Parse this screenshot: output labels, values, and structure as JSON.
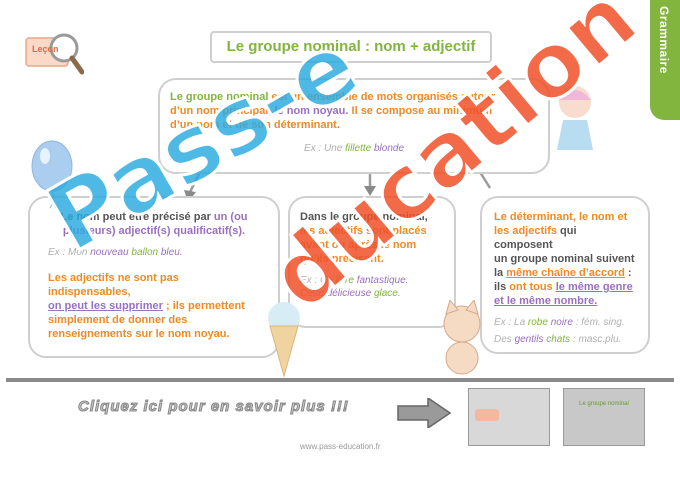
{
  "title": "Le groupe nominal : nom + adjectif",
  "side_tab": "Grammaire",
  "logo_label": "Leçon",
  "top_box": {
    "term": "Le groupe nominal",
    "text1": " est un ensemble de mots organisés autour",
    "text2_a": "d’un nom principal, ",
    "text2_b": "le nom noyau.",
    "text2_c": " Il se compose au minimum",
    "text3": "d’un nom et de son déterminant.",
    "ex_prefix": "Ex : Une ",
    "ex_noun": "fillette",
    "ex_adj": " blonde"
  },
  "left_box": {
    "l1a": "Le nom peut être précisé par ",
    "l1b": "un (ou",
    "l2": "plusieurs) adjectif(s) qualificatif(s).",
    "ex_prefix": "Ex : Mon ",
    "ex_adj": "nouveau",
    "ex_noun": " ballon",
    "ex_adj2": " bleu.",
    "p2a": "Les adjectifs ne sont pas indispensables,",
    "p2b": "on peut les supprimer",
    "p2c": " ; ils permettent",
    "p2d": "simplement de donner des",
    "p2e": "renseignements sur le nom noyau."
  },
  "middle_box": {
    "l1": "Dans le groupe nominal,",
    "l2a": "les adjectifs",
    "l2b": " sont placés",
    "l3": "avant ou après le nom",
    "l4": "qu’ils précisent.",
    "ex1_prefix": "Ex : Ce ",
    "ex1_noun": "livre",
    "ex1_adj": " fantastique.",
    "ex2_prefix": "Cette ",
    "ex2_adj": "délicieuse",
    "ex2_noun": " glace."
  },
  "right_box": {
    "l1": "Le déterminant, le nom et",
    "l2a": "les adjectifs",
    "l2b": " qui composent",
    "l3": "un groupe nominal suivent",
    "l4a": "la ",
    "l4b": "même chaîne d’accord",
    "l4c": " :",
    "l5a": "ils ",
    "l5b": "ont tous ",
    "l5c": "le même genre",
    "l6": "et le même nombre.",
    "ex1_prefix": "Ex : La ",
    "ex1_noun": "robe",
    "ex1_adj": " noire",
    "ex1_note": " : fém. sing.",
    "ex2_prefix": "Des ",
    "ex2_adj": "gentils",
    "ex2_noun": " chats",
    "ex2_note": " : masc.plu."
  },
  "footer": {
    "more_link": "Cliquez ici pour en savoir plus !!!",
    "url": "www.pass-education.fr",
    "thumb2_label": "Le groupe nominal"
  },
  "watermark": {
    "part1": "Pass-e",
    "part2": "ducation"
  },
  "colors": {
    "green": "#82b53e",
    "orange": "#f08a24",
    "purple": "#9b6fc0",
    "gray": "#b0b0b0",
    "watermark_blue": "#28aae1",
    "watermark_red": "#f05028"
  }
}
